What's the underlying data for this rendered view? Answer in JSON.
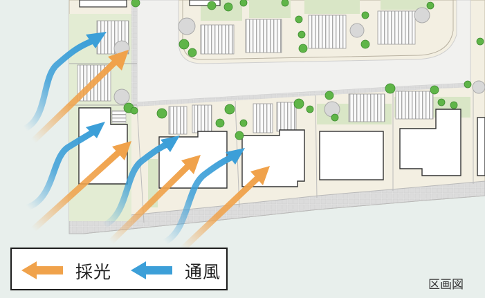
{
  "legend": {
    "light_label": "採光",
    "wind_label": "通風"
  },
  "caption": "区画図",
  "colors": {
    "background": "#e8efec",
    "road": "#f1f1ef",
    "garden": "#d9e6c6",
    "lot": "#f3efe2",
    "house": "#ffffff",
    "light_arrow": "#f0a24b",
    "wind_arrow": "#3c9fd8",
    "tree": "#5fb548"
  },
  "icons": {
    "light": "orange-arrow-icon",
    "wind": "blue-arrow-icon"
  }
}
